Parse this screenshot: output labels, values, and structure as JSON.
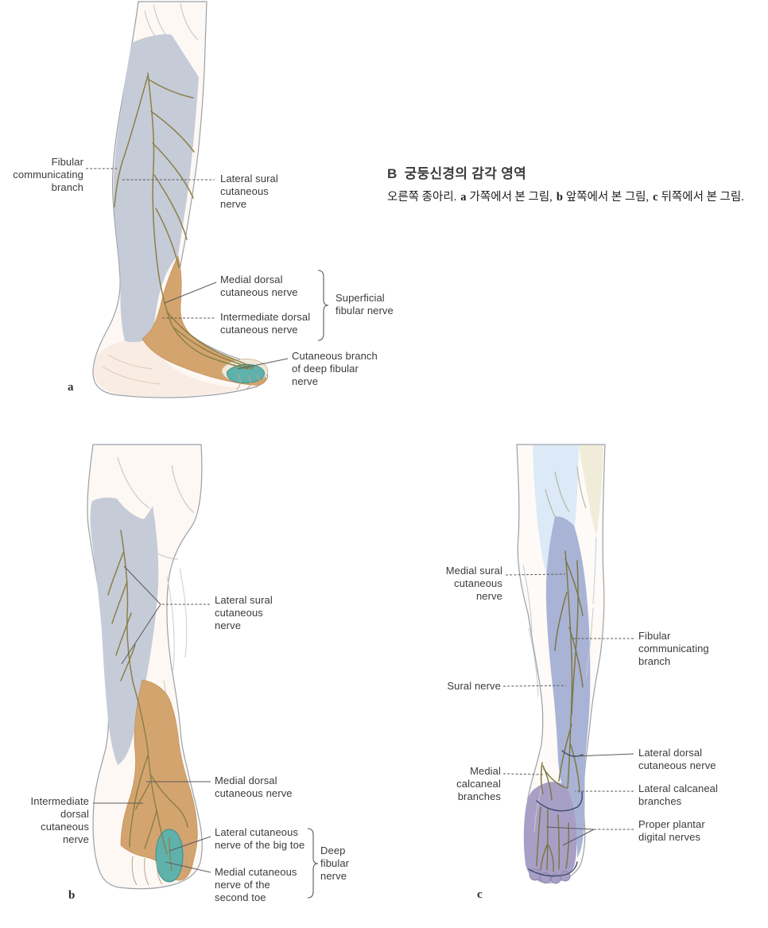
{
  "caption": {
    "heading_letter": "B",
    "heading_text": "궁둥신경의 감각 영역",
    "sub_intro": "오른쪽 종아리.",
    "sub_a_key": "a",
    "sub_a_text": "가쪽에서 본 그림,",
    "sub_b_key": "b",
    "sub_b_text": "앞쪽에서 본 그림,",
    "sub_c_key": "c",
    "sub_c_text": "뒤쪽에서 본 그림."
  },
  "figure_a": {
    "letter": "a",
    "labels": {
      "fibular_communicating_branch": "Fibular communicating branch",
      "lateral_sural_cutaneous_nerve": "Lateral sural cutaneous nerve",
      "medial_dorsal_cutaneous_nerve": "Medial dorsal cutaneous nerve",
      "intermediate_dorsal_cutaneous_nerve": "Intermediate dorsal cutaneous nerve",
      "superficial_fibular_nerve": "Superficial fibular nerve",
      "cutaneous_branch_of_deep_fibular_nerve": "Cutaneous branch of deep fibular nerve"
    }
  },
  "figure_b": {
    "letter": "b",
    "labels": {
      "lateral_sural_cutaneous_nerve": "Lateral sural cutaneous nerve",
      "medial_dorsal_cutaneous_nerve": "Medial dorsal cutaneous nerve",
      "intermediate_dorsal_cutaneous_nerve": "Intermediate dorsal cutaneous nerve",
      "lateral_cutaneous_nerve_of_the_big_toe": "Lateral cutaneous nerve of the big toe",
      "medial_cutaneous_nerve_of_the_second_toe": "Medial cutaneous nerve of the second toe",
      "deep_fibular_nerve": "Deep fibular nerve"
    }
  },
  "figure_c": {
    "letter": "c",
    "labels": {
      "medial_sural_cutaneous_nerve": "Medial sural cutaneous nerve",
      "fibular_communicating_branch": "Fibular communicating branch",
      "sural_nerve": "Sural nerve",
      "lateral_dorsal_cutaneous_nerve": "Lateral dorsal cutaneous nerve",
      "medial_calcaneal_branches": "Medial calcaneal branches",
      "lateral_calcaneal_branches": "Lateral calcaneal branches",
      "proper_plantar_digital_nerves": "Proper plantar digital nerves"
    }
  },
  "region_colors": {
    "lateral_sural_region_blue_gray": "#c6cbd8",
    "superficial_fibular_region_tan": "#d4a46f",
    "deep_fibular_region_teal": "#5fb2ac",
    "posterior_upper_region_light_blue": "#dce9f7",
    "saphenous_strip_beige": "#f0ecd9",
    "sural_band_periwinkle": "#a9b3d6",
    "tibial_plantar_region_purple": "#a89fc6",
    "heel_skin_pink": "#f9ece3",
    "nerve_line_olive": "#8a8148"
  }
}
